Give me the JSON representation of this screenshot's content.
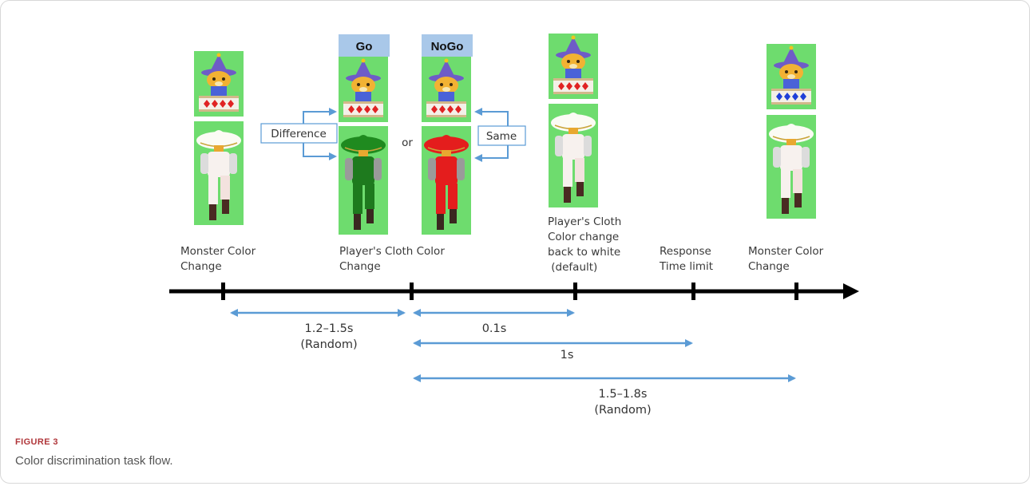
{
  "figure": {
    "label": "FIGURE 3",
    "caption": "Color discrimination task flow."
  },
  "headers": {
    "go": "Go",
    "nogo": "NoGo"
  },
  "annotations": {
    "difference": "Difference",
    "same": "Same",
    "or": "or"
  },
  "events": [
    {
      "id": "monster-color-change-1",
      "lines": [
        "Monster Color",
        "Change"
      ]
    },
    {
      "id": "player-cloth-color-change",
      "lines": [
        "Player's Cloth Color",
        "Change"
      ]
    },
    {
      "id": "cloth-back-to-white",
      "lines": [
        "Player's Cloth",
        "Color change",
        "back to white",
        " (default)"
      ]
    },
    {
      "id": "response-time-limit",
      "lines": [
        "Response",
        "Time limit"
      ]
    },
    {
      "id": "monster-color-change-2",
      "lines": [
        "Monster Color",
        "Change"
      ]
    }
  ],
  "durations": [
    {
      "id": "interval-random",
      "lines": [
        "1.2–1.5s",
        "(Random)"
      ]
    },
    {
      "id": "interval-flash",
      "lines": [
        "0.1s"
      ]
    },
    {
      "id": "interval-response",
      "lines": [
        "1s"
      ]
    },
    {
      "id": "interval-next-trial",
      "lines": [
        "1.5–1.8s",
        "(Random)"
      ]
    }
  ],
  "sprites": {
    "monster_colors": [
      "red",
      "red",
      "red",
      "red",
      "blue"
    ],
    "player_colors": [
      "white",
      "green",
      "red",
      "white",
      "white"
    ],
    "background_color": "#6edc6e",
    "header_color": "#a9c8e9",
    "arrow_color": "#5b9bd5"
  }
}
